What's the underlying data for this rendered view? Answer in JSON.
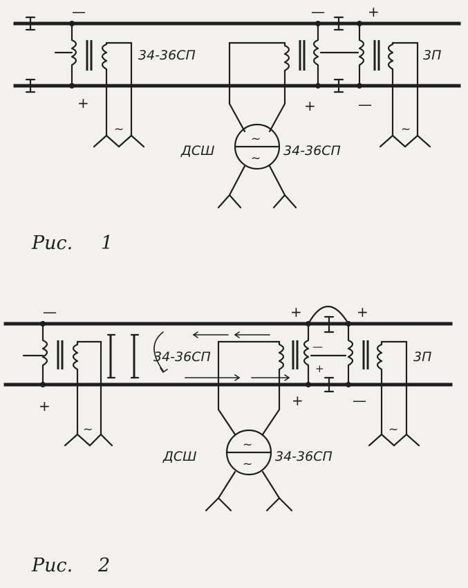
{
  "figure1": {
    "caption": "Рис.",
    "number": "1",
    "label_left_circuit": "34-36СП",
    "label_right_circuit": "3П",
    "label_dsh": "ДСШ",
    "label_dsh_circuit": "34-36СП",
    "signs": {
      "left_top": "—",
      "left_bottom": "+",
      "mid_top": "—",
      "mid_bottom": "+",
      "right_top": "+",
      "right_bottom": "—"
    },
    "ac_symbol": "~"
  },
  "figure2": {
    "caption": "Рис.",
    "number": "2",
    "label_left_circuit": "34-36СП",
    "label_right_circuit": "3П",
    "label_dsh": "ДСШ",
    "label_dsh_circuit": "34-36СП",
    "signs": {
      "left_top": "—",
      "left_bottom": "+",
      "mid_top_left": "+",
      "mid_top_right": "+",
      "mid_bottom": "+",
      "right_bottom": "—",
      "inner_minus": "—",
      "inner_plus": "+"
    },
    "ac_symbol": "~"
  }
}
